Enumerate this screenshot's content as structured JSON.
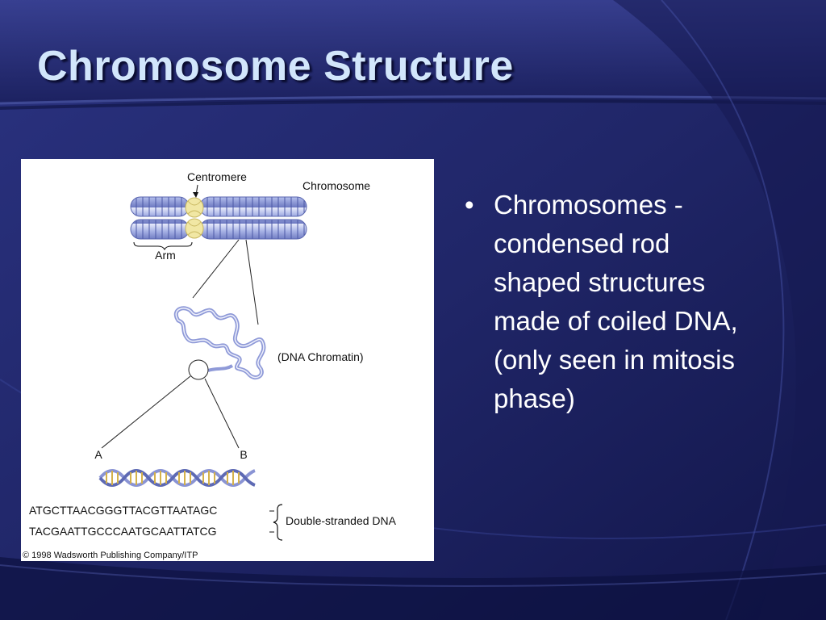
{
  "slide": {
    "title": "Chromosome Structure",
    "colors": {
      "title": "#d2e6fb",
      "background": "#1b1f5e",
      "text": "#ffffff"
    }
  },
  "figure": {
    "labels": {
      "centromere": "Centromere",
      "chromosome": "Chromosome",
      "arm": "Arm",
      "chromatin": "(DNA Chromatin)",
      "a": "A",
      "b": "B",
      "double_stranded": "Double-stranded DNA"
    },
    "sequence_top": "ATGCTTAACGGGTTACGTTAATAGC",
    "sequence_bottom": "TACGAATTGCCCAATGCAATTATCG",
    "copyright": "© 1998 Wadsworth Publishing Company/ITP"
  },
  "bullets": [
    {
      "marker": "•",
      "text": "Chromosomes -\ncondensed rod\nshaped structures\nmade of coiled DNA,\n(only seen in mitosis\nphase)"
    }
  ]
}
